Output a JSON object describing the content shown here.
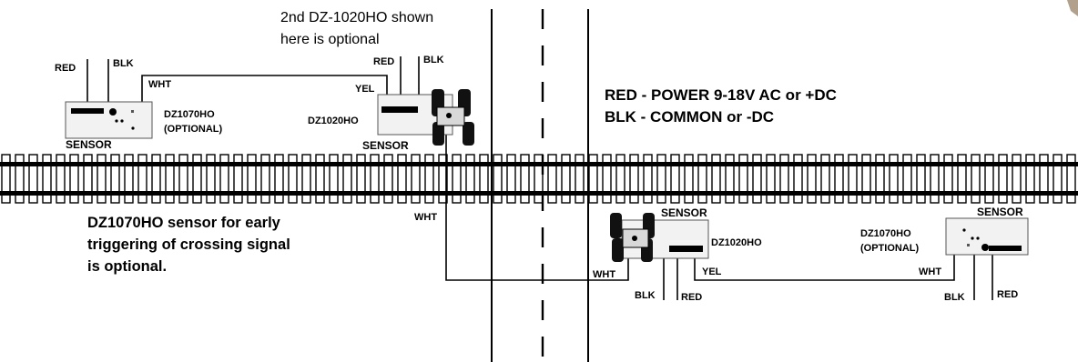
{
  "notes": {
    "optional_line1": "2nd DZ-1020HO shown",
    "optional_line2": "here is optional",
    "sensor_line1": "DZ1070HO sensor for early",
    "sensor_line2": "triggering of crossing signal",
    "sensor_line3": "is optional."
  },
  "legend": {
    "red": "RED - POWER 9-18V AC or +DC",
    "blk": "BLK - COMMON or -DC"
  },
  "left_sensor_module": {
    "model": "DZ1070HO",
    "optional": "(OPTIONAL)",
    "sensor": "SENSOR",
    "red": "RED",
    "blk": "BLK",
    "wht": "WHT"
  },
  "left_controller": {
    "model": "DZ1020HO",
    "sensor": "SENSOR",
    "red": "RED",
    "blk": "BLK",
    "yel": "YEL"
  },
  "right_controller": {
    "model": "DZ1020HO",
    "sensor": "SENSOR",
    "wht_left": "WHT",
    "wht_mid": "WHT",
    "blk": "BLK",
    "red": "RED",
    "yel": "YEL"
  },
  "right_sensor_module": {
    "model": "DZ1070HO",
    "optional": "(OPTIONAL)",
    "sensor": "SENSOR",
    "wht": "WHT",
    "blk": "BLK",
    "red": "RED"
  },
  "colors": {
    "ink": "#000000",
    "board": "#f2f2f2",
    "background": "#ffffff"
  }
}
